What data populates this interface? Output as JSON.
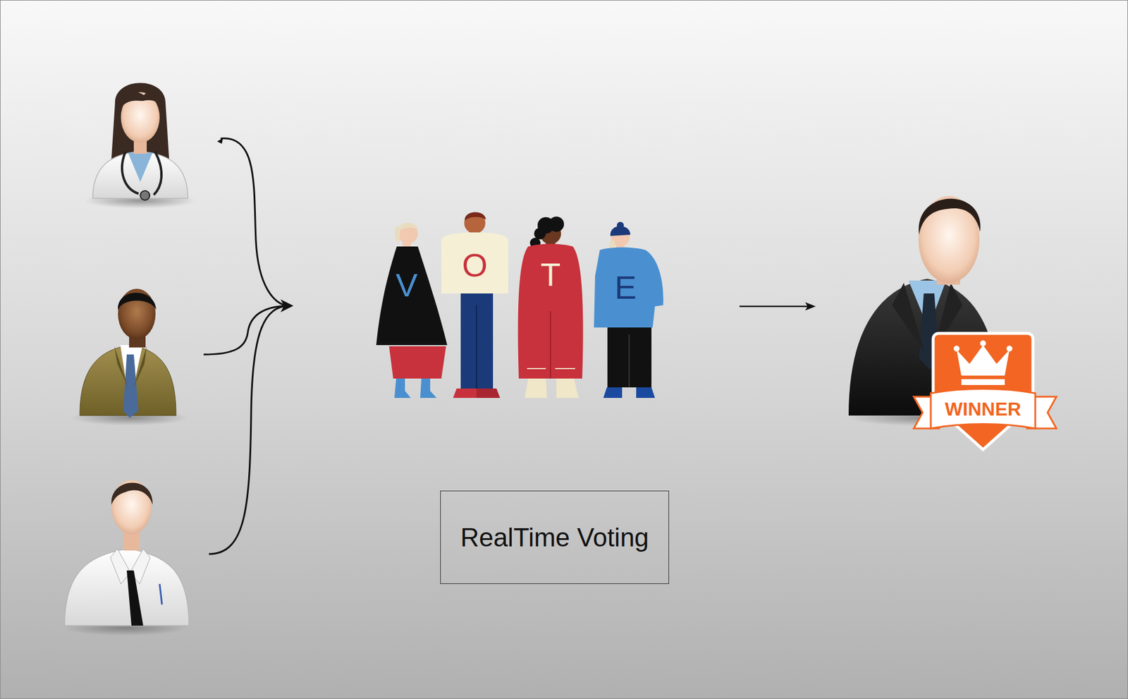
{
  "diagram": {
    "nodes": [
      {
        "text": [
          "RealTime Voting"
        ]
      }
    ],
    "labels": [
      "V",
      "O",
      "T",
      "E",
      "WINNER"
    ]
  }
}
